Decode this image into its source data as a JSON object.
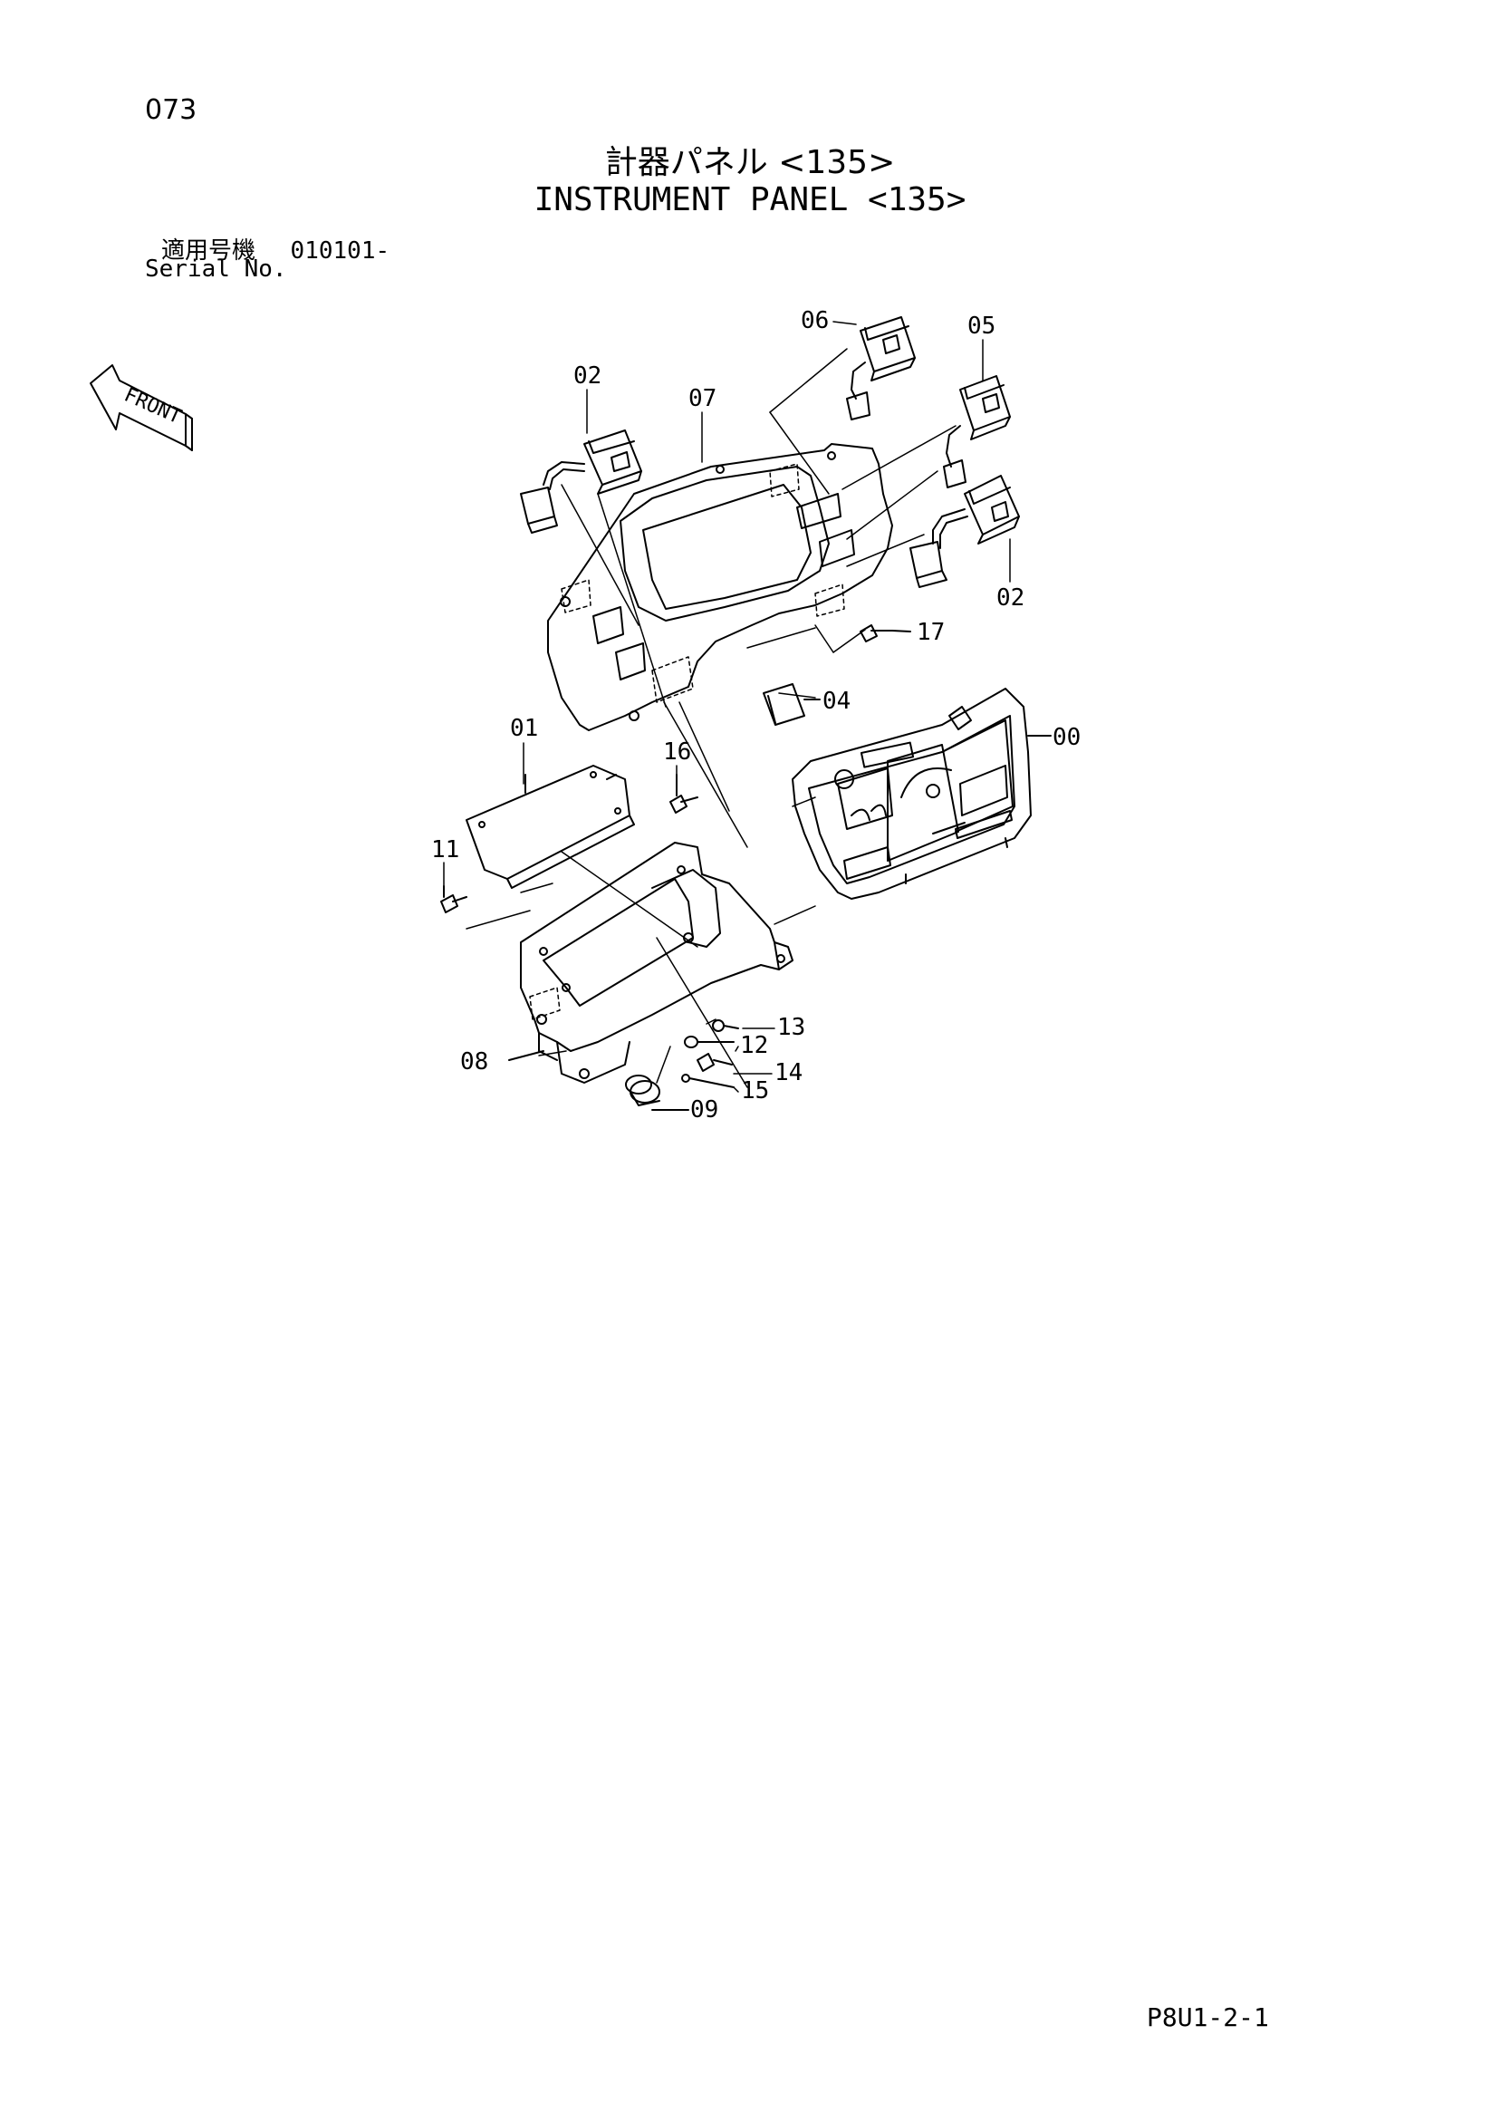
{
  "page": {
    "number": "073",
    "doc_code": "P8U1-2-1"
  },
  "title": {
    "japanese": "計器パネル <135>",
    "english": "INSTRUMENT PANEL <135>"
  },
  "serial": {
    "label_ja": "適用号機",
    "value": "010101-",
    "label_en": "Serial No."
  },
  "front_arrow_label": "FRONT",
  "parts": [
    {
      "id": "00",
      "label": "00"
    },
    {
      "id": "01",
      "label": "01"
    },
    {
      "id": "02a",
      "label": "02"
    },
    {
      "id": "02b",
      "label": "02"
    },
    {
      "id": "04",
      "label": "04"
    },
    {
      "id": "05",
      "label": "05"
    },
    {
      "id": "06",
      "label": "06"
    },
    {
      "id": "07",
      "label": "07"
    },
    {
      "id": "08",
      "label": "08"
    },
    {
      "id": "09",
      "label": "09"
    },
    {
      "id": "11",
      "label": "11"
    },
    {
      "id": "12",
      "label": "12"
    },
    {
      "id": "13",
      "label": "13"
    },
    {
      "id": "14",
      "label": "14"
    },
    {
      "id": "15",
      "label": "15"
    },
    {
      "id": "16",
      "label": "16"
    },
    {
      "id": "17",
      "label": "17"
    }
  ],
  "colors": {
    "ink": "#000000",
    "paper": "#ffffff"
  }
}
